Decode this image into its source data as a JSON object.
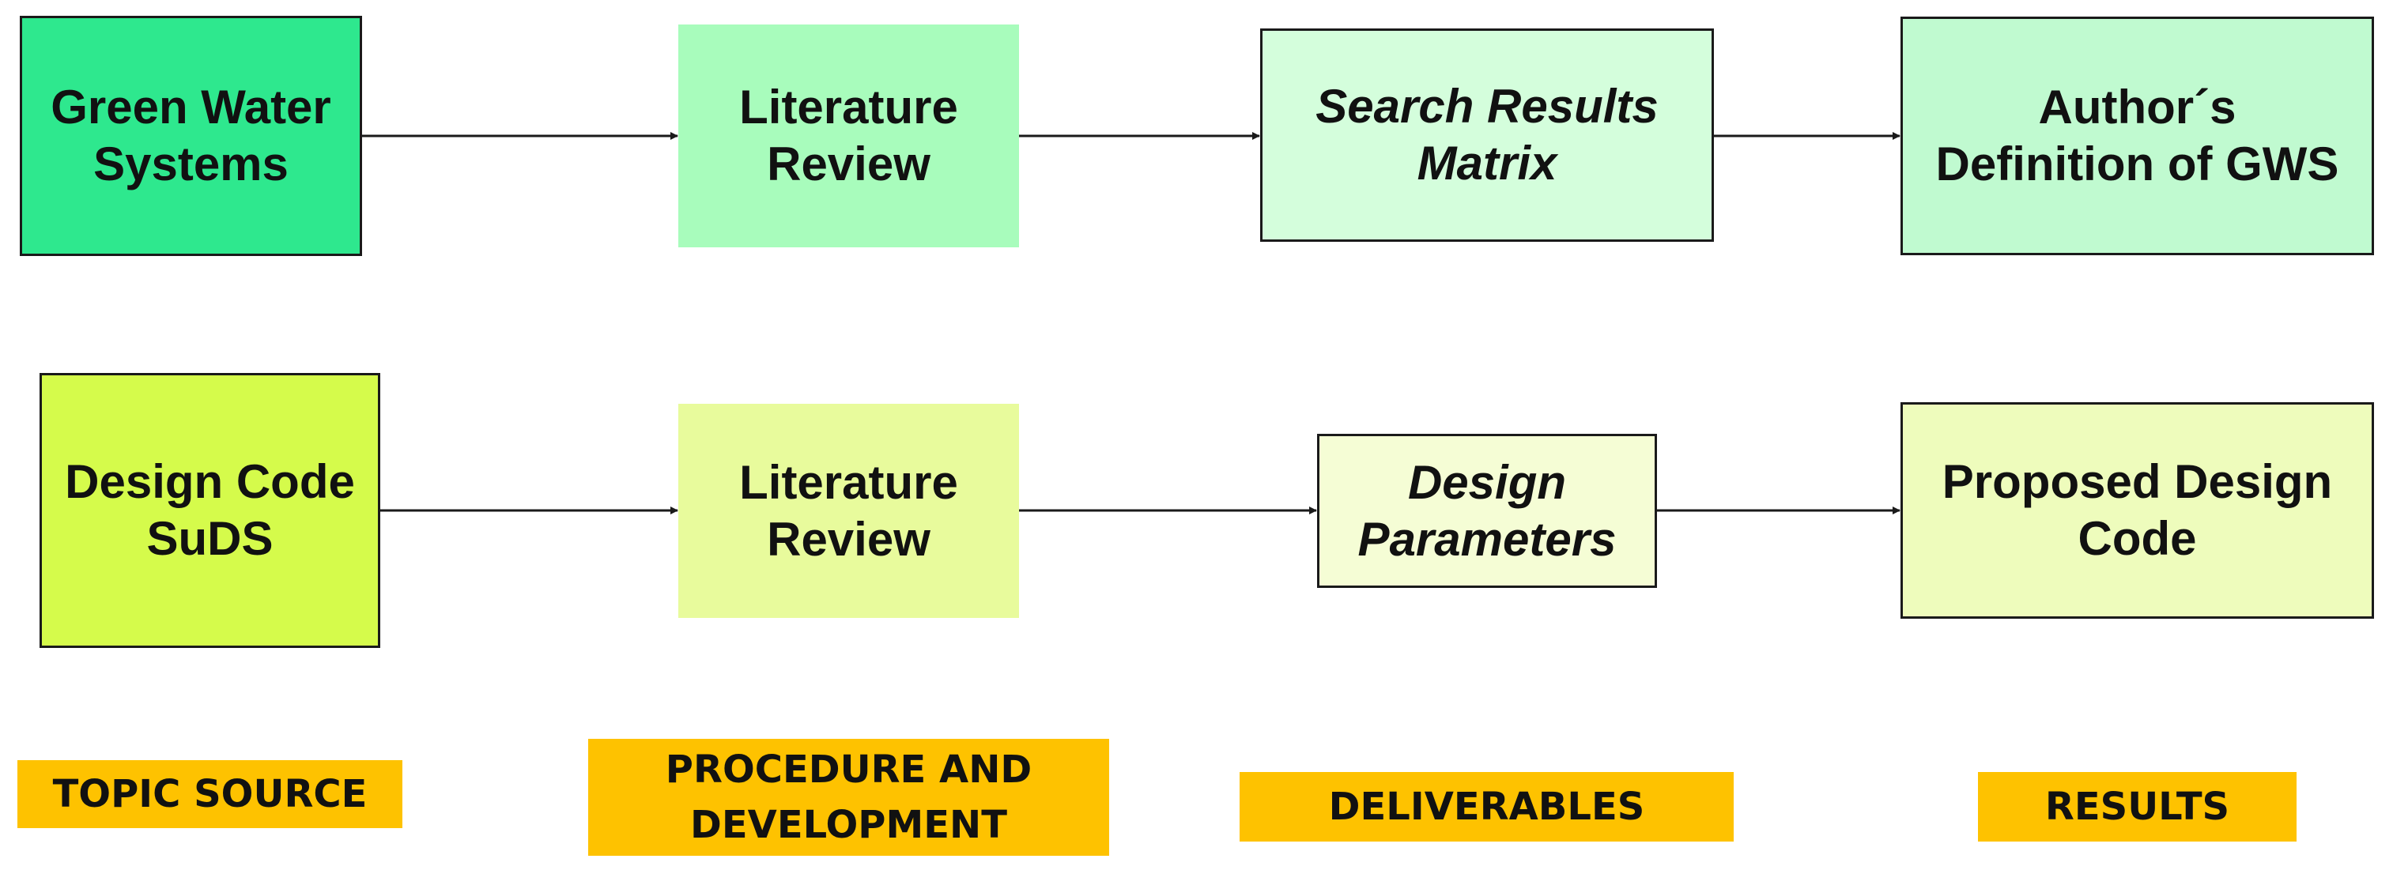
{
  "diagram": {
    "rows": [
      {
        "boxes": [
          {
            "lines": [
              "Green Water",
              "Systems"
            ]
          },
          {
            "lines": [
              "Literature",
              "Review"
            ]
          },
          {
            "lines": [
              "Search Results",
              "Matrix"
            ]
          },
          {
            "lines": [
              "Author´s",
              "Definition of GWS"
            ]
          }
        ]
      },
      {
        "boxes": [
          {
            "lines": [
              "Design Code",
              "SuDS"
            ]
          },
          {
            "lines": [
              "Literature",
              "Review"
            ]
          },
          {
            "lines": [
              "Design",
              "Parameters"
            ]
          },
          {
            "lines": [
              "Proposed Design",
              "Code"
            ]
          }
        ]
      }
    ],
    "column_labels": [
      {
        "lines": [
          "TOPIC SOURCE"
        ]
      },
      {
        "lines": [
          "PROCEDURE AND",
          "DEVELOPMENT"
        ]
      },
      {
        "lines": [
          "DELIVERABLES"
        ]
      },
      {
        "lines": [
          "RESULTS"
        ]
      }
    ],
    "edges": [
      {
        "from": "Green Water Systems",
        "to": "Literature Review"
      },
      {
        "from": "Literature Review",
        "to": "Search Results Matrix"
      },
      {
        "from": "Search Results Matrix",
        "to": "Author´s Definition of GWS"
      },
      {
        "from": "Design Code SuDS",
        "to": "Literature Review"
      },
      {
        "from": "Literature Review",
        "to": "Design Parameters"
      },
      {
        "from": "Design Parameters",
        "to": "Proposed Design Code"
      }
    ],
    "colors": {
      "green_water_systems": "#2ee88e",
      "literature_review_top": "#a8fcbc",
      "search_results_matrix": "#d4fedc",
      "authors_definition": "#c0fad0",
      "design_code_suds": "#d5fb4b",
      "literature_review_bottom": "#e8fb9c",
      "design_parameters": "#f5fdd5",
      "proposed_design_code": "#eefcbc",
      "label_background": "#fec200",
      "arrow": "#1a1a1a"
    }
  }
}
